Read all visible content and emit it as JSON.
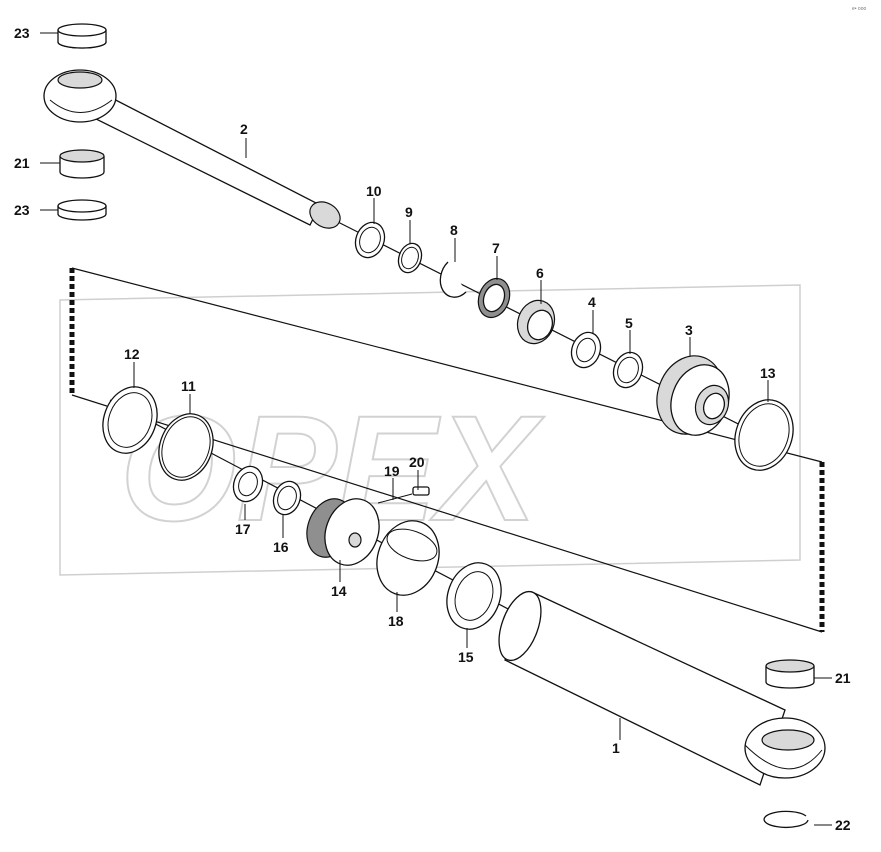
{
  "watermark": "OPEX",
  "corner_mark": "e• ooo",
  "callouts": {
    "p1": "1",
    "p2": "2",
    "p3": "3",
    "p4": "4",
    "p5": "5",
    "p6": "6",
    "p7": "7",
    "p8": "8",
    "p9": "9",
    "p10": "10",
    "p11": "11",
    "p12": "12",
    "p13": "13",
    "p14": "14",
    "p15": "15",
    "p16": "16",
    "p17": "17",
    "p18": "18",
    "p19": "19",
    "p20": "20",
    "p21a": "21",
    "p21b": "21",
    "p22": "22",
    "p23a": "23",
    "p23b": "23"
  }
}
